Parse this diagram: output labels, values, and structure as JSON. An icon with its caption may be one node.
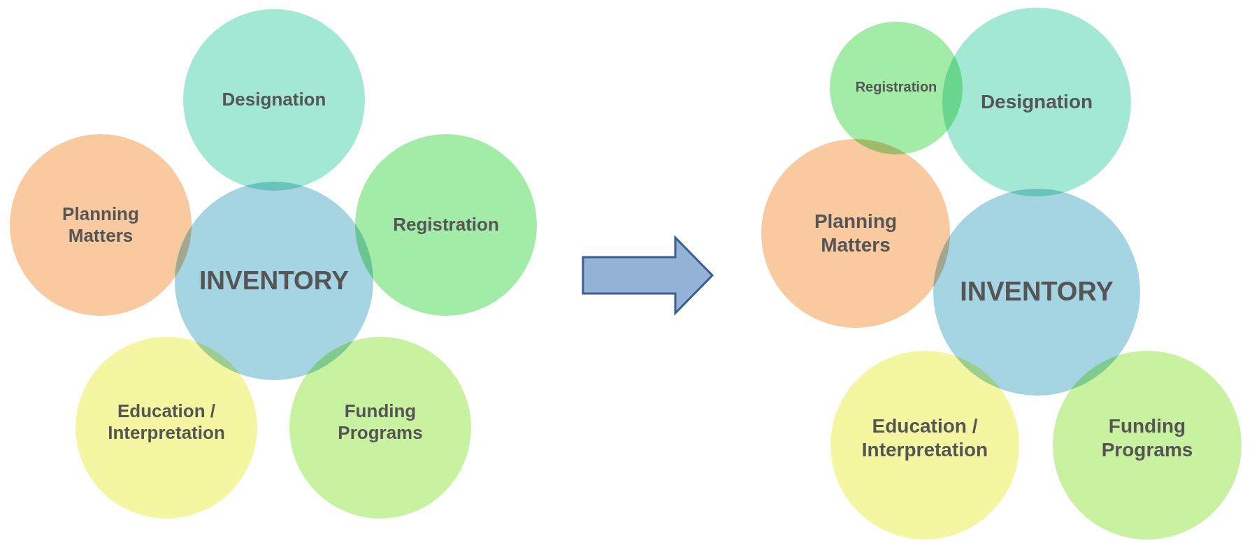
{
  "diagram": {
    "nodes": [
      {
        "text": [
          "Designation"
        ]
      },
      {
        "text": [
          "Planning Matters"
        ]
      },
      {
        "text": [
          "Registration"
        ]
      },
      {
        "text": [
          "INVENTORY"
        ]
      },
      {
        "text": [
          "Education / Interpretation"
        ]
      },
      {
        "text": [
          "Funding Programs"
        ]
      },
      {
        "text": [
          "Registration"
        ]
      },
      {
        "text": [
          "Designation"
        ]
      },
      {
        "text": [
          "Planning Matters"
        ]
      },
      {
        "text": [
          "INVENTORY"
        ]
      },
      {
        "text": [
          "Education / Interpretation"
        ]
      },
      {
        "text": [
          "Funding Programs"
        ]
      }
    ],
    "edges": [
      {
        "from": 2,
        "to": 8,
        "arrow": "to"
      }
    ]
  }
}
